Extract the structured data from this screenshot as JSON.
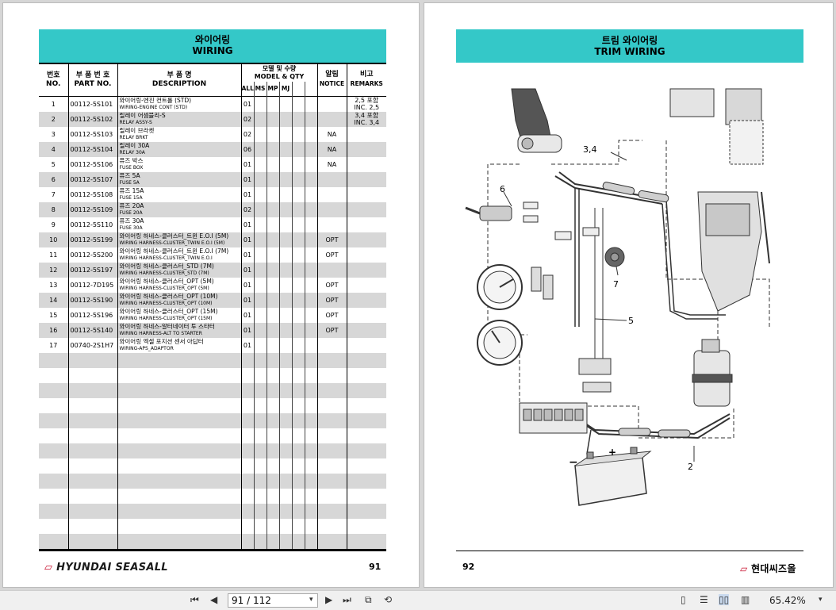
{
  "left_page": {
    "title_ko": "와이어링",
    "title_en": "WIRING",
    "headers": {
      "no_ko": "번호",
      "no_en": "NO.",
      "part_ko": "부 품 번 호",
      "part_en": "PART NO.",
      "desc_ko": "부 품 명",
      "desc_en": "DESCRIPTION",
      "model_ko": "모델 및 수량",
      "model_en": "MODEL & QTY",
      "models": [
        "ALL",
        "MS",
        "MP",
        "MJ",
        "",
        ""
      ],
      "notice_ko": "알림",
      "notice_en": "NOTICE",
      "remarks_ko": "비고",
      "remarks_en": "REMARKS"
    },
    "rows": [
      {
        "no": "1",
        "part": "00112-5S101",
        "desc_ko": "와이어링-엔진 컨트롤 (STD)",
        "desc_en": "WIRING-ENGINE CONT (STD)",
        "qty": "01",
        "notice": "",
        "remarks": "2,5 포함\nINC. 2,5"
      },
      {
        "no": "2",
        "part": "00112-5S102",
        "desc_ko": "릴레이 어셈블리-S",
        "desc_en": "RELAY ASSY-S",
        "qty": "02",
        "notice": "",
        "remarks": "3,4 포함\nINC. 3,4"
      },
      {
        "no": "3",
        "part": "00112-5S103",
        "desc_ko": "릴레이 브라켓",
        "desc_en": "RELAY BRKT",
        "qty": "02",
        "notice": "NA",
        "remarks": ""
      },
      {
        "no": "4",
        "part": "00112-5S104",
        "desc_ko": "릴레이 30A",
        "desc_en": "RELAY 30A",
        "qty": "06",
        "notice": "NA",
        "remarks": ""
      },
      {
        "no": "5",
        "part": "00112-5S106",
        "desc_ko": "퓨즈 박스",
        "desc_en": "FUSE BOX",
        "qty": "01",
        "notice": "NA",
        "remarks": ""
      },
      {
        "no": "6",
        "part": "00112-5S107",
        "desc_ko": "퓨즈 5A",
        "desc_en": "FUSE 5A",
        "qty": "01",
        "notice": "",
        "remarks": ""
      },
      {
        "no": "7",
        "part": "00112-5S108",
        "desc_ko": "퓨즈 15A",
        "desc_en": "FUSE 15A",
        "qty": "01",
        "notice": "",
        "remarks": ""
      },
      {
        "no": "8",
        "part": "00112-5S109",
        "desc_ko": "퓨즈 20A",
        "desc_en": "FUSE 20A",
        "qty": "02",
        "notice": "",
        "remarks": ""
      },
      {
        "no": "9",
        "part": "00112-5S110",
        "desc_ko": "퓨즈 30A",
        "desc_en": "FUSE 30A",
        "qty": "01",
        "notice": "",
        "remarks": ""
      },
      {
        "no": "10",
        "part": "00112-5S199",
        "desc_ko": "와이어링 하네스-클러스터_트윈 E.O.I (5M)",
        "desc_en": "WIRING HARNESS-CLUSTER_TWIN E.O.I (5M)",
        "qty": "01",
        "notice": "OPT",
        "remarks": ""
      },
      {
        "no": "11",
        "part": "00112-5S200",
        "desc_ko": "와이어링 하네스-클러스터_트윈 E.O.I (7M)",
        "desc_en": "WIRING HARNESS-CLUSTER_TWIN E.O.I",
        "qty": "01",
        "notice": "OPT",
        "remarks": ""
      },
      {
        "no": "12",
        "part": "00112-5S197",
        "desc_ko": "와이어링 하네스-클러스터_STD (7M)",
        "desc_en": "WIRING HARNESS-CLUSTER_STD (7M)",
        "qty": "01",
        "notice": "",
        "remarks": ""
      },
      {
        "no": "13",
        "part": "00112-7D195",
        "desc_ko": "와이어링 하네스-클러스터_OPT (5M)",
        "desc_en": "WIRING HARNESS-CLUSTER_OPT (5M)",
        "qty": "01",
        "notice": "OPT",
        "remarks": ""
      },
      {
        "no": "14",
        "part": "00112-5S190",
        "desc_ko": "와이어링 하네스-클러스터_OPT (10M)",
        "desc_en": "WIRING HARNESS-CLUSTER_OPT (10M)",
        "qty": "01",
        "notice": "OPT",
        "remarks": ""
      },
      {
        "no": "15",
        "part": "00112-5S196",
        "desc_ko": "와이어링 하네스-클러스터_OPT (15M)",
        "desc_en": "WIRING HARNESS-CLUSTER_OPT (15M)",
        "qty": "01",
        "notice": "OPT",
        "remarks": ""
      },
      {
        "no": "16",
        "part": "00112-5S140",
        "desc_ko": "와이어링 하네스-알터네이터 투 스타터",
        "desc_en": "WIRING HARNESS-ALT TO STARTER",
        "qty": "01",
        "notice": "OPT",
        "remarks": ""
      },
      {
        "no": "17",
        "part": "00740-2S1H7",
        "desc_ko": "와이어링 엑셀 포지션 센서 아답터",
        "desc_en": "WIRING-APS_ADAPTOR",
        "qty": "01",
        "notice": "",
        "remarks": ""
      }
    ],
    "empty_rows": 13,
    "brand": "HYUNDAI SEASALL",
    "page_number": "91"
  },
  "right_page": {
    "title_ko": "트림 와이어링",
    "title_en": "TRIM WIRING",
    "callouts": {
      "c34": "3,4",
      "c6": "6",
      "c7": "7",
      "c5": "5",
      "c2": "2",
      "minus": "−",
      "plus": "+"
    },
    "brand": "현대씨즈올",
    "page_number": "92"
  },
  "toolbar": {
    "page_field": "91 / 112",
    "zoom": "65.42%"
  },
  "colors": {
    "band": "#34c8c8",
    "row_shade": "#d7d7d7",
    "brand_red": "#c8102e"
  }
}
